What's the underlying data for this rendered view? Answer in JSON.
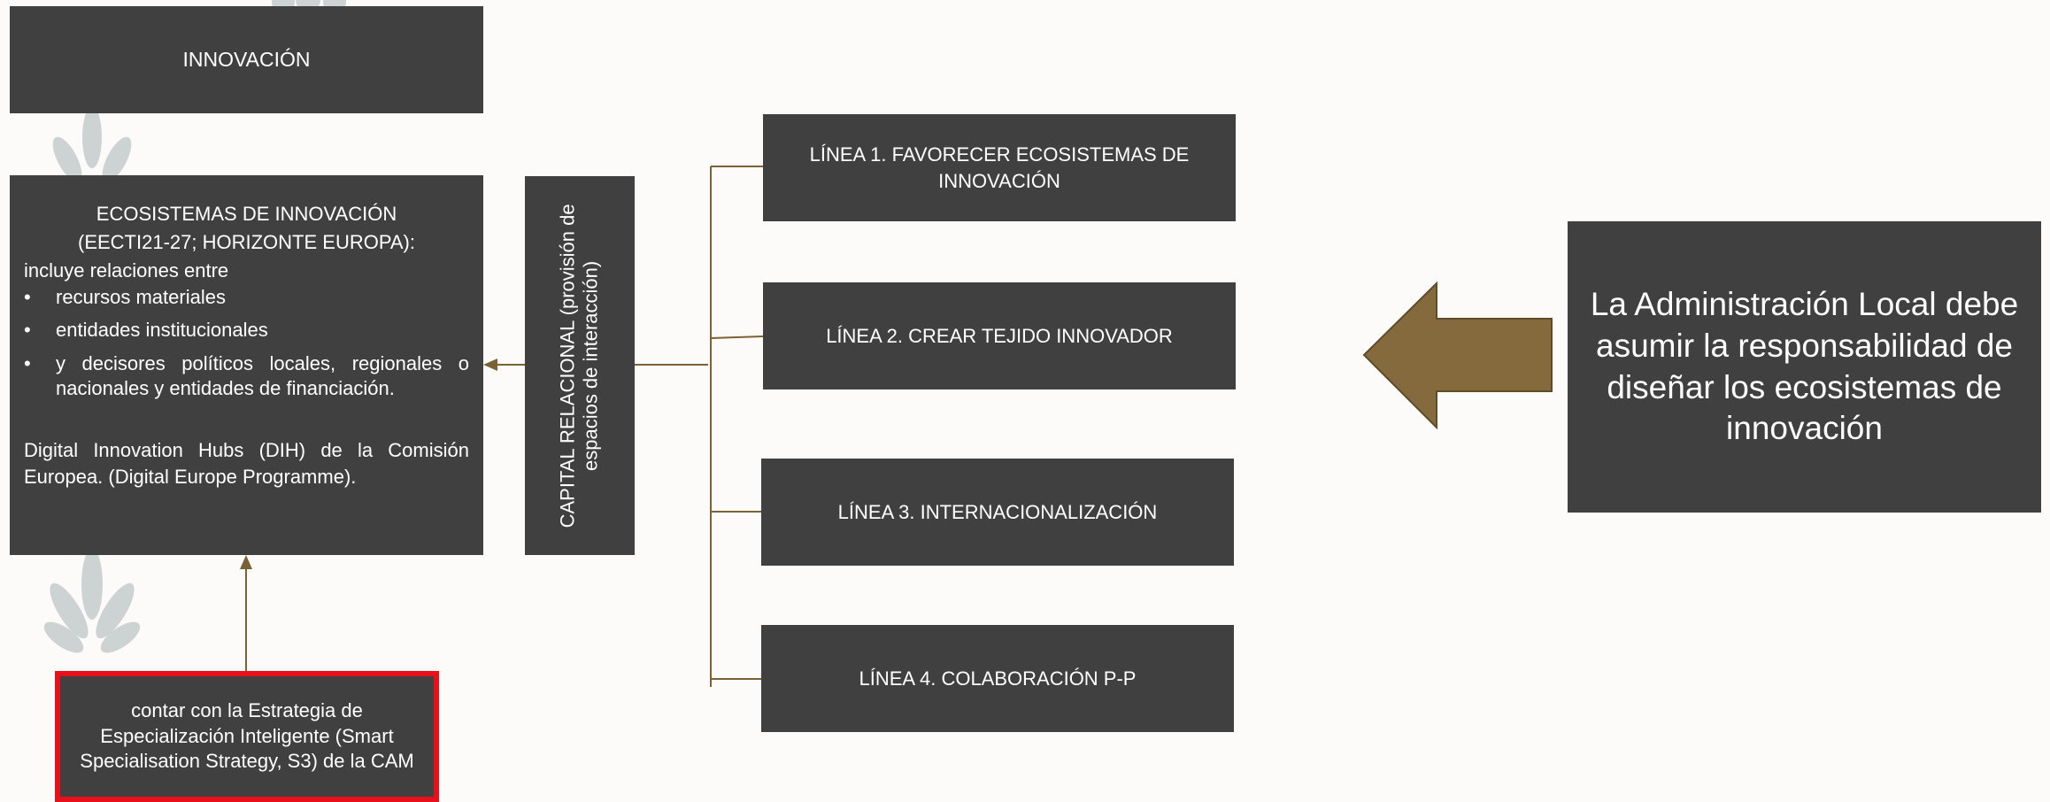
{
  "colors": {
    "box": "#404040",
    "background": "#fcfbf9",
    "connector": "#7a6235",
    "arrow_fill": "#846a3d",
    "highlight_border": "#e8101a",
    "leaf_decor": "#cdd2d2"
  },
  "title_box": {
    "text": "INNOVACIÓN"
  },
  "ecosystems_box": {
    "heading": "ECOSISTEMAS DE INNOVACIÓN",
    "subheading": "(EECTI21-27; HORIZONTE EUROPA):",
    "intro": "incluye relaciones entre",
    "bullets": [
      "recursos materiales",
      "entidades institucionales",
      "y decisores políticos locales, regionales o nacionales y entidades de financiación."
    ],
    "footer": "Digital Innovation Hubs (DIH) de la Comisión Europea. (Digital Europe Programme)."
  },
  "capital_box": {
    "line1": "CAPITAL RELACIONAL (provisión de",
    "line2": "espacios de interacción)"
  },
  "lines": [
    {
      "text": "LÍNEA 1. FAVORECER ECOSISTEMAS DE INNOVACIÓN"
    },
    {
      "text": "LÍNEA 2. CREAR TEJIDO INNOVADOR"
    },
    {
      "text": "LÍNEA 3. INTERNACIONALIZACIÓN"
    },
    {
      "text": "LÍNEA 4. COLABORACIÓN P-P"
    }
  ],
  "responsibility_box": {
    "text": "La Administración Local debe asumir la responsabilidad de diseñar los ecosistemas de innovación"
  },
  "s3_box": {
    "text": "contar con la Estrategia de Especialización Inteligente (Smart Specialisation Strategy, S3) de la CAM"
  }
}
